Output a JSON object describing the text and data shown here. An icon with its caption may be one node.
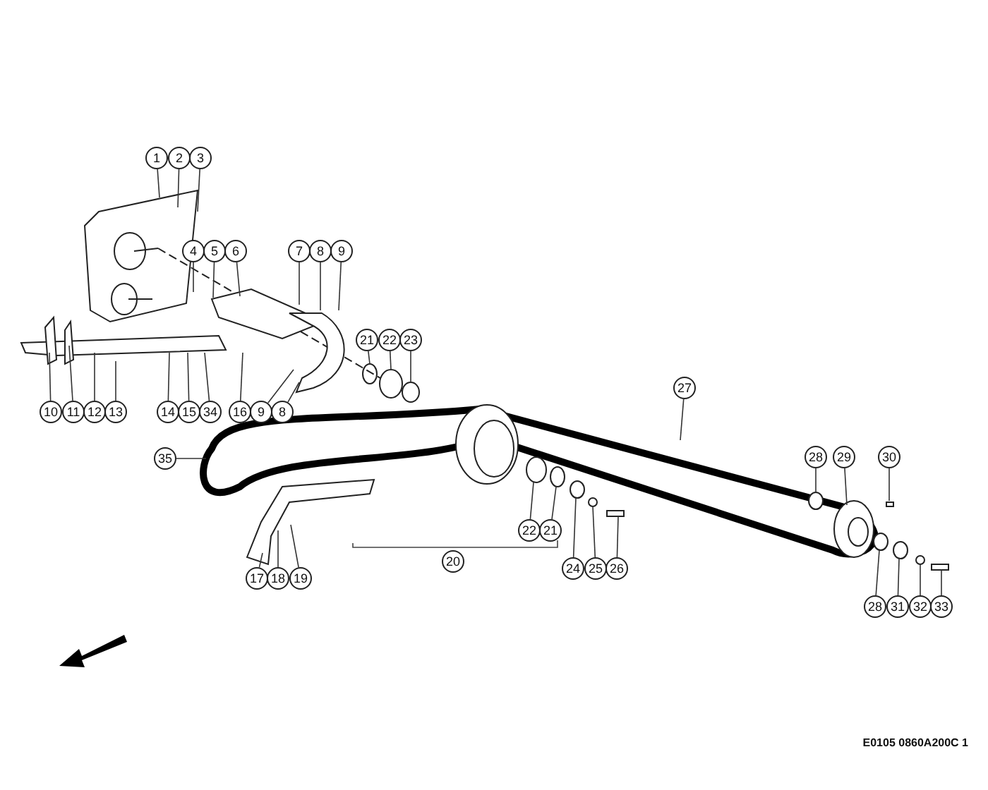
{
  "diagram": {
    "nodes": [
      {
        "text": [
          "1"
        ]
      },
      {
        "text": [
          "2"
        ]
      },
      {
        "text": [
          "3"
        ]
      },
      {
        "text": [
          "4"
        ]
      },
      {
        "text": [
          "5"
        ]
      },
      {
        "text": [
          "6"
        ]
      },
      {
        "text": [
          "7"
        ]
      },
      {
        "text": [
          "8"
        ]
      },
      {
        "text": [
          "9"
        ]
      },
      {
        "text": [
          "21"
        ]
      },
      {
        "text": [
          "22"
        ]
      },
      {
        "text": [
          "23"
        ]
      },
      {
        "text": [
          "10"
        ]
      },
      {
        "text": [
          "11"
        ]
      },
      {
        "text": [
          "12"
        ]
      },
      {
        "text": [
          "13"
        ]
      },
      {
        "text": [
          "14"
        ]
      },
      {
        "text": [
          "15"
        ]
      },
      {
        "text": [
          "34"
        ]
      },
      {
        "text": [
          "16"
        ]
      },
      {
        "text": [
          "9"
        ]
      },
      {
        "text": [
          "8"
        ]
      },
      {
        "text": [
          "27"
        ]
      },
      {
        "text": [
          "35"
        ]
      },
      {
        "text": [
          "28"
        ]
      },
      {
        "text": [
          "29"
        ]
      },
      {
        "text": [
          "30"
        ]
      },
      {
        "text": [
          "22"
        ]
      },
      {
        "text": [
          "21"
        ]
      },
      {
        "text": [
          "20"
        ]
      },
      {
        "text": [
          "24"
        ]
      },
      {
        "text": [
          "25"
        ]
      },
      {
        "text": [
          "26"
        ]
      },
      {
        "text": [
          "17"
        ]
      },
      {
        "text": [
          "18"
        ]
      },
      {
        "text": [
          "19"
        ]
      },
      {
        "text": [
          "28"
        ]
      },
      {
        "text": [
          "31"
        ]
      },
      {
        "text": [
          "32"
        ]
      },
      {
        "text": [
          "33"
        ]
      }
    ],
    "edges": [
      {
        "from": 0,
        "to": null,
        "arrow": "none"
      },
      {
        "from": 1,
        "to": null,
        "arrow": "none"
      },
      {
        "from": 2,
        "to": null,
        "arrow": "none"
      },
      {
        "from": 3,
        "to": null,
        "arrow": "none"
      },
      {
        "from": 4,
        "to": null,
        "arrow": "none"
      },
      {
        "from": 5,
        "to": null,
        "arrow": "none"
      },
      {
        "from": 6,
        "to": null,
        "arrow": "none"
      },
      {
        "from": 7,
        "to": null,
        "arrow": "none"
      },
      {
        "from": 8,
        "to": null,
        "arrow": "none"
      },
      {
        "from": 9,
        "to": null,
        "arrow": "none"
      },
      {
        "from": 10,
        "to": null,
        "arrow": "none"
      },
      {
        "from": 11,
        "to": null,
        "arrow": "none"
      },
      {
        "from": 12,
        "to": null,
        "arrow": "none"
      },
      {
        "from": 13,
        "to": null,
        "arrow": "none"
      },
      {
        "from": 14,
        "to": null,
        "arrow": "none"
      },
      {
        "from": 15,
        "to": null,
        "arrow": "none"
      },
      {
        "from": 16,
        "to": null,
        "arrow": "none"
      },
      {
        "from": 17,
        "to": null,
        "arrow": "none"
      },
      {
        "from": 18,
        "to": null,
        "arrow": "none"
      },
      {
        "from": 19,
        "to": null,
        "arrow": "none"
      },
      {
        "from": 20,
        "to": null,
        "arrow": "none"
      },
      {
        "from": 21,
        "to": null,
        "arrow": "none"
      },
      {
        "from": 22,
        "to": null,
        "arrow": "none"
      },
      {
        "from": 23,
        "to": null,
        "arrow": "none"
      },
      {
        "from": 24,
        "to": null,
        "arrow": "none"
      },
      {
        "from": 25,
        "to": null,
        "arrow": "none"
      },
      {
        "from": 26,
        "to": null,
        "arrow": "none"
      },
      {
        "from": 27,
        "to": null,
        "arrow": "none"
      },
      {
        "from": 28,
        "to": null,
        "arrow": "none"
      },
      {
        "from": 30,
        "to": null,
        "arrow": "none"
      },
      {
        "from": 31,
        "to": null,
        "arrow": "none"
      },
      {
        "from": 32,
        "to": null,
        "arrow": "none"
      },
      {
        "from": 33,
        "to": null,
        "arrow": "none"
      },
      {
        "from": 34,
        "to": null,
        "arrow": "none"
      },
      {
        "from": 35,
        "to": null,
        "arrow": "none"
      },
      {
        "from": 36,
        "to": null,
        "arrow": "none"
      },
      {
        "from": 37,
        "to": null,
        "arrow": "none"
      },
      {
        "from": 38,
        "to": null,
        "arrow": "none"
      },
      {
        "from": 39,
        "to": null,
        "arrow": "none"
      }
    ],
    "labels": [
      "E0105 0860A200C 1"
    ]
  }
}
